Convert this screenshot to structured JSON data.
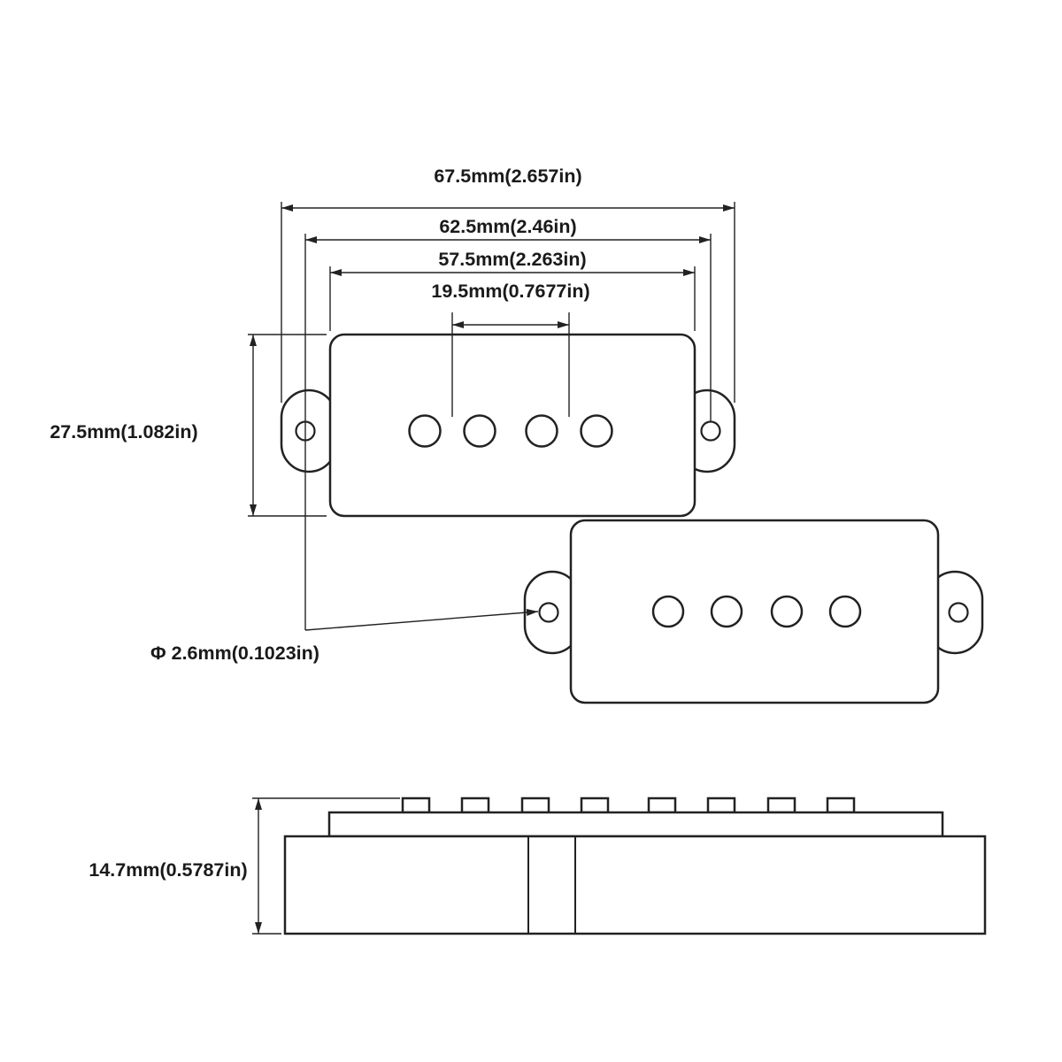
{
  "diagram": {
    "background_color": "#ffffff",
    "line_color": "#222222",
    "text_color": "#1a1a1a",
    "labels": {
      "outer_width": "67.5mm(2.657in)",
      "mounting_hole_span": "62.5mm(2.46in)",
      "body_width": "57.5mm(2.263in)",
      "pole_spacing": "19.5mm(0.7677in)",
      "body_height": "27.5mm(1.082in)",
      "mounting_hole_diameter": "Φ 2.6mm(0.1023in)",
      "side_height": "14.7mm(0.5787in)"
    }
  }
}
